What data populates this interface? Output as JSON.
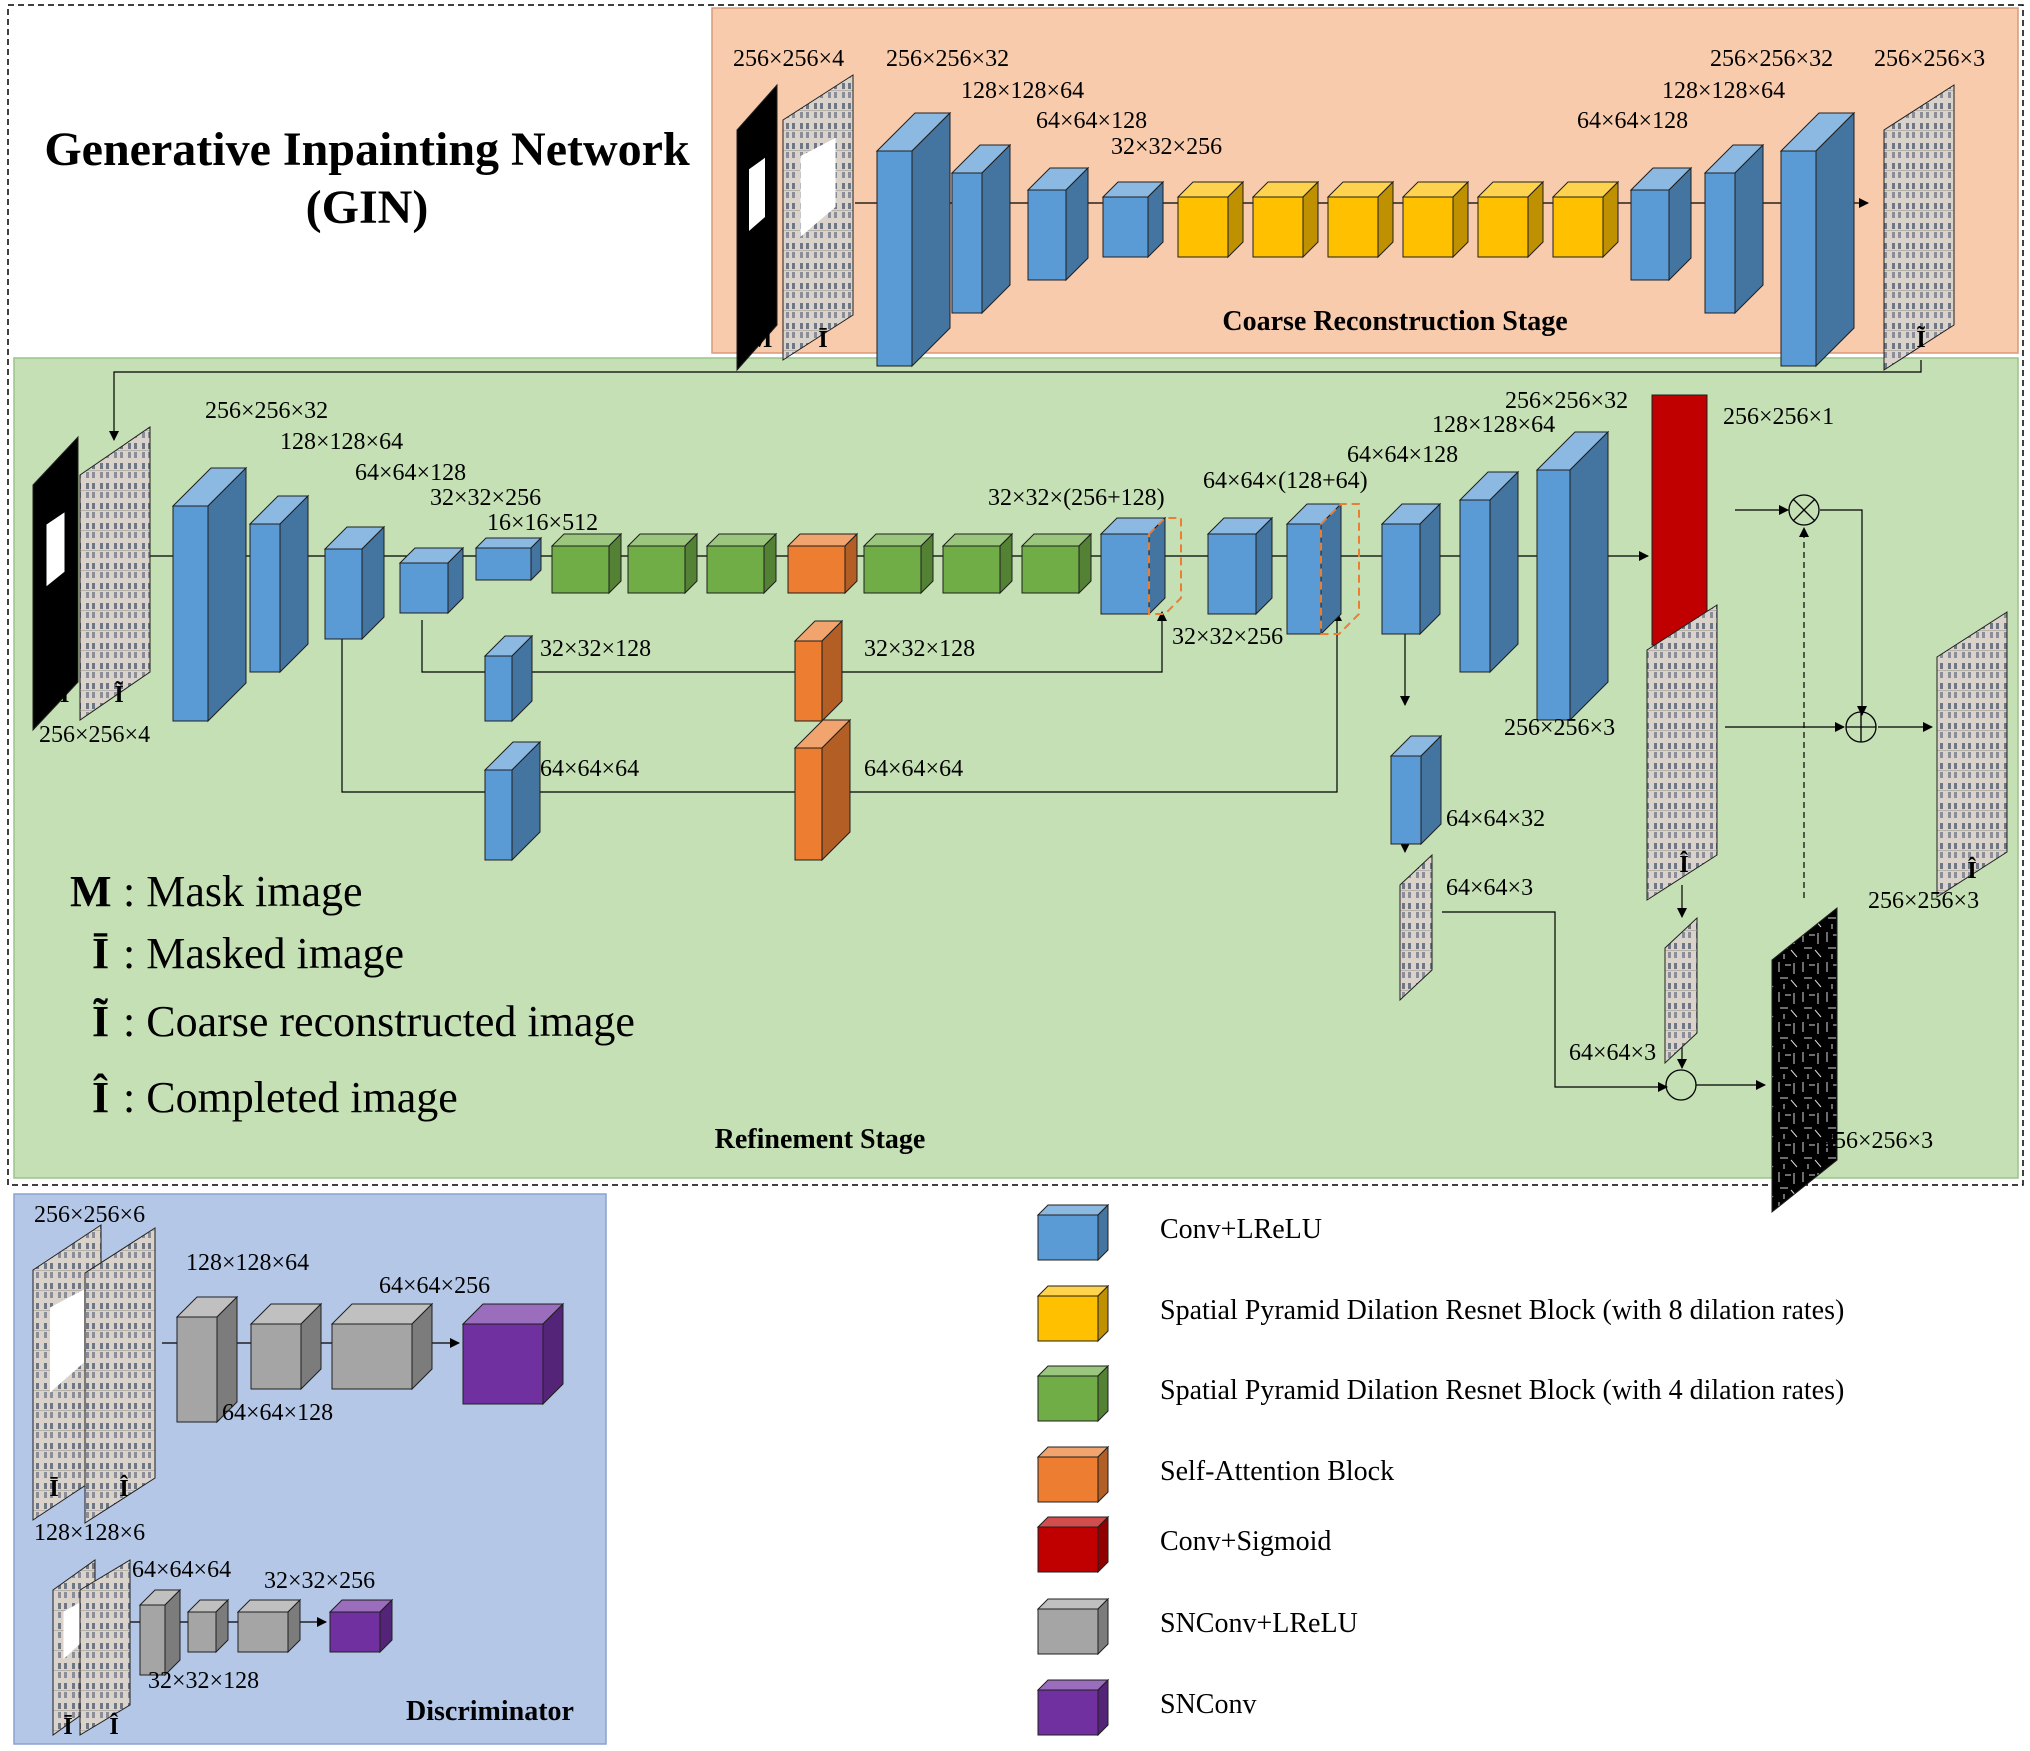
{
  "title": {
    "line1": "Generative Inpainting Network",
    "line2": "(GIN)"
  },
  "colors": {
    "conv_lrelu": "#5b9bd5",
    "spdr8": "#ffc000",
    "spdr4": "#70ad47",
    "self_attention": "#ed7d31",
    "conv_sigmoid": "#c00000",
    "snconv_lrelu": "#a5a5a5",
    "snconv": "#7030a0",
    "coarse_bg": "#f8cbad",
    "refine_bg": "#c5e0b4",
    "disc_bg": "#b4c7e7",
    "photo_icon": "photo-thumbnail-icon",
    "mask_icon": "mask-image-icon",
    "edge_icon": "edge-map-icon"
  },
  "coarse": {
    "stage_label": "Coarse Reconstruction Stage",
    "input_dim": "256×256×4",
    "dims": [
      "256×256×32",
      "128×128×64",
      "64×64×128",
      "32×32×256",
      "64×64×128",
      "128×128×64",
      "256×256×32",
      "256×256×3"
    ],
    "input_labels": [
      "M",
      "Ī"
    ],
    "output_label": "Ĩ"
  },
  "refine": {
    "stage_label": "Refinement Stage",
    "input_dim": "256×256×4",
    "input_labels": [
      "M",
      "Ĩ"
    ],
    "dims": [
      "256×256×32",
      "128×128×64",
      "64×64×128",
      "32×32×256",
      "16×16×512",
      "32×32×(256+128)",
      "64×64×(128+64)",
      "64×64×128",
      "128×128×64",
      "256×256×32",
      "256×256×1"
    ],
    "branch_dims": [
      "32×32×128",
      "32×32×128",
      "64×64×64",
      "64×64×64",
      "32×32×256"
    ],
    "side_dims": [
      "64×64×32",
      "64×64×3",
      "64×64×3",
      "256×256×3",
      "256×256×3",
      "256×256×3"
    ],
    "output_labels": [
      "Î",
      "Î"
    ]
  },
  "glossary": [
    {
      "sym": "M",
      "text": ": Mask image"
    },
    {
      "sym": "Ī",
      "text": ": Masked image"
    },
    {
      "sym": "Ĩ",
      "text": ": Coarse reconstructed image"
    },
    {
      "sym": "Î",
      "text": ": Completed image"
    }
  ],
  "discriminator": {
    "label": "Discriminator",
    "dims_top": [
      "256×256×6",
      "128×128×64",
      "64×64×256",
      "64×64×128"
    ],
    "dims_bottom": [
      "128×128×6",
      "64×64×64",
      "32×32×256",
      "32×32×128"
    ],
    "img_labels_top": [
      "Ī",
      "Î"
    ],
    "img_labels_bottom": [
      "Ī",
      "Î"
    ]
  },
  "legend": [
    {
      "label": "Conv+LReLU",
      "color": "#5b9bd5"
    },
    {
      "label": "Spatial Pyramid Dilation Resnet Block (with 8 dilation rates)",
      "color": "#ffc000"
    },
    {
      "label": "Spatial Pyramid Dilation Resnet Block (with 4 dilation rates)",
      "color": "#70ad47"
    },
    {
      "label": "Self-Attention Block",
      "color": "#ed7d31"
    },
    {
      "label": "Conv+Sigmoid",
      "color": "#c00000"
    },
    {
      "label": "SNConv+LReLU",
      "color": "#a5a5a5"
    },
    {
      "label": "SNConv",
      "color": "#7030a0"
    }
  ]
}
